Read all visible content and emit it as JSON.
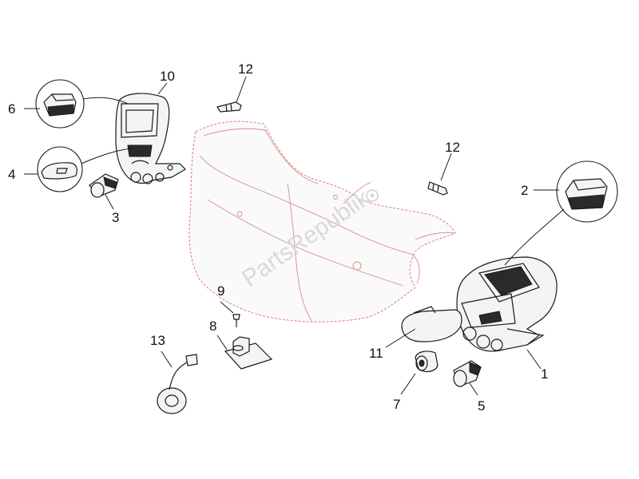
{
  "watermark": "PartsRepublik",
  "callouts": {
    "c1": "1",
    "c2": "2",
    "c3": "3",
    "c4": "4",
    "c5": "5",
    "c6": "6",
    "c7": "7",
    "c8": "8",
    "c9": "9",
    "c10": "10",
    "c11": "11",
    "c12a": "12",
    "c12b": "12",
    "c13": "13"
  }
}
